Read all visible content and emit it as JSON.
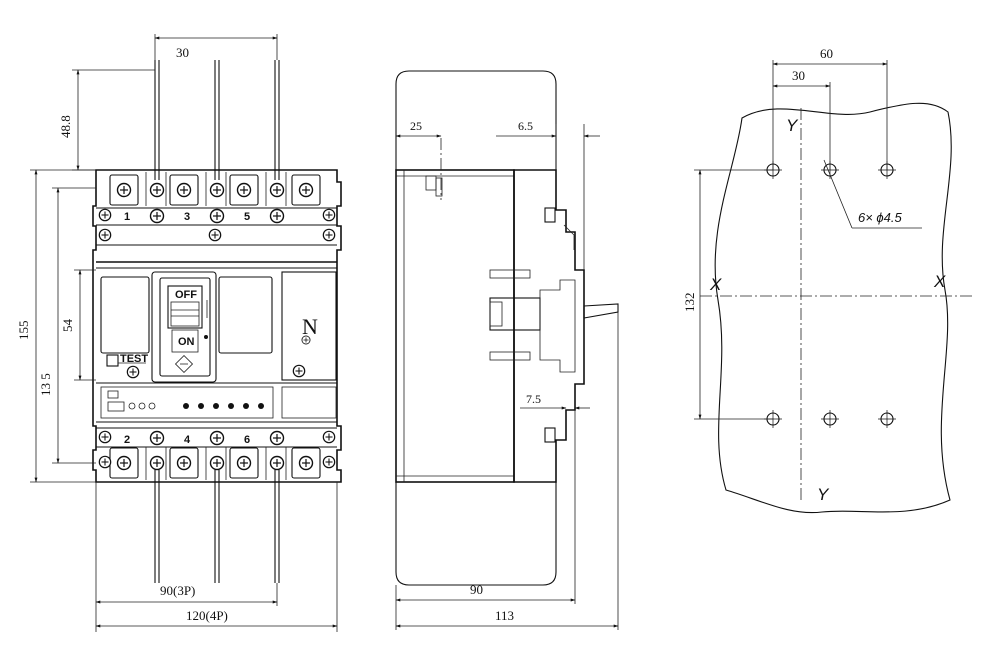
{
  "front_view": {
    "dim_pitch": "30",
    "dim_terminal_height": "48.8",
    "dim_overall_height": "155",
    "dim_body_height": "13 5",
    "dim_handle_height": "54",
    "dim_width_3p": "90(3P)",
    "dim_width_4p": "120(4P)",
    "terminal_top_labels": [
      "1",
      "3",
      "5"
    ],
    "terminal_bottom_labels": [
      "2",
      "4",
      "6"
    ],
    "handle_off": "OFF",
    "handle_on": "ON",
    "test_label": "TEST",
    "neutral_label": "N"
  },
  "side_view": {
    "dim_25": "25",
    "dim_6_5": "6.5",
    "dim_7_5": "7.5",
    "dim_90": "90",
    "dim_113": "113"
  },
  "mounting_view": {
    "dim_60": "60",
    "dim_30": "30",
    "dim_132": "132",
    "hole_callout": "6× ϕ4.5",
    "axis_x_left": "X",
    "axis_x_right": "X",
    "axis_y_top": "Y",
    "axis_y_bottom": "Y"
  }
}
